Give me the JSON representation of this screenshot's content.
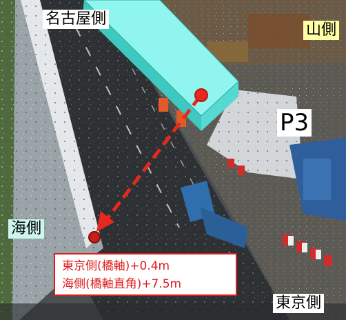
{
  "labels": {
    "nagoya_side": "名古屋側",
    "mountain_side": "山側",
    "pier": "P3",
    "sea_side": "海側",
    "tokyo_side": "東京側"
  },
  "callout": {
    "line1": "東京側(橋軸)+0.4m",
    "line2": "海側(橋軸直角)+7.5m"
  },
  "colors": {
    "beam": "#6ff0e6",
    "arrow": "#e8281e",
    "callout_border": "#e01b1b",
    "callout_text": "#e01b1b",
    "mountain_label_bg": "#ffffa6",
    "sea_label_bg": "#ccf5ee"
  }
}
